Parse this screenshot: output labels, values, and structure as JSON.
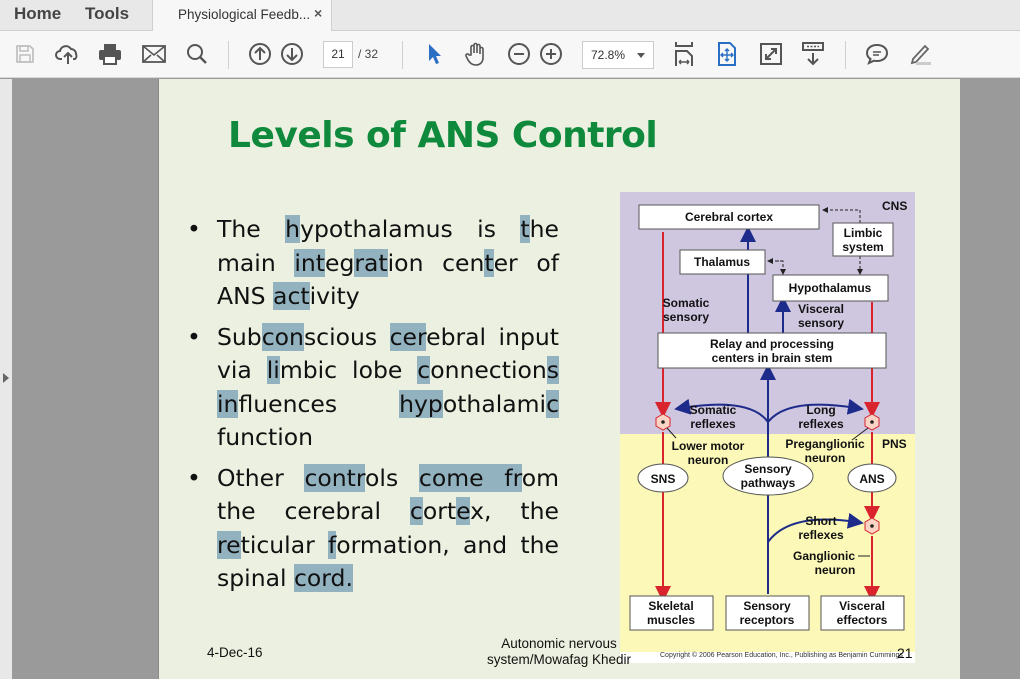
{
  "app": {
    "nav": {
      "home": "Home",
      "tools": "Tools"
    },
    "tab": {
      "title": "Physiological Feedb...",
      "close": "×"
    }
  },
  "toolbar": {
    "icons": [
      "save-icon",
      "upload-cloud-icon",
      "print-icon",
      "email-icon",
      "search-icon",
      "page-up-icon",
      "page-down-icon",
      "select-pointer-icon",
      "hand-tool-icon",
      "zoom-out-icon",
      "zoom-in-icon",
      "fit-width-icon",
      "fit-page-icon",
      "full-screen-icon",
      "read-mode-icon",
      "comment-icon",
      "highlight-pen-icon"
    ],
    "current_page": "21",
    "page_total": "/ 32",
    "zoom": "72.8%"
  },
  "colors": {
    "title_green": "#0f8a3c",
    "highlight": "#93b2bf",
    "slide_bg": "#ecf0e0",
    "cns_bg": "#cfc6e0",
    "pns_bg": "#fbf8b8",
    "motor_red": "#d9232d",
    "sensory_blue": "#1d2b8a",
    "active_blue": "#2a6fc4"
  },
  "slide": {
    "title": "Levels of ANS Control",
    "bullets": [
      {
        "parts": [
          {
            "t": "The ",
            "h": false
          },
          {
            "t": "h",
            "h": true
          },
          {
            "t": "ypothalamus is ",
            "h": false
          },
          {
            "t": "t",
            "h": true
          },
          {
            "t": "he main ",
            "h": false
          },
          {
            "t": "int",
            "h": true
          },
          {
            "t": "eg",
            "h": false
          },
          {
            "t": "rat",
            "h": true
          },
          {
            "t": "ion cen",
            "h": false
          },
          {
            "t": "t",
            "h": true
          },
          {
            "t": "er of ANS ",
            "h": false
          },
          {
            "t": "act",
            "h": true
          },
          {
            "t": "ivity",
            "h": false
          }
        ]
      },
      {
        "parts": [
          {
            "t": "Sub",
            "h": false
          },
          {
            "t": "con",
            "h": true
          },
          {
            "t": "scious ",
            "h": false
          },
          {
            "t": "cer",
            "h": true
          },
          {
            "t": "ebral input via ",
            "h": false
          },
          {
            "t": "li",
            "h": true
          },
          {
            "t": "mbic lobe ",
            "h": false
          },
          {
            "t": "c",
            "h": true
          },
          {
            "t": "onnection",
            "h": false
          },
          {
            "t": "s in",
            "h": true
          },
          {
            "t": "fluences ",
            "h": false
          },
          {
            "t": "hyp",
            "h": true
          },
          {
            "t": "othalami",
            "h": false
          },
          {
            "t": "c",
            "h": true
          },
          {
            "t": " function",
            "h": false
          }
        ]
      },
      {
        "parts": [
          {
            "t": "Other ",
            "h": false
          },
          {
            "t": "contr",
            "h": true
          },
          {
            "t": "ols ",
            "h": false
          },
          {
            "t": "come fr",
            "h": true
          },
          {
            "t": "om the cerebral ",
            "h": false
          },
          {
            "t": "c",
            "h": true
          },
          {
            "t": "ort",
            "h": false
          },
          {
            "t": "e",
            "h": true
          },
          {
            "t": "x, the ",
            "h": false
          },
          {
            "t": "re",
            "h": true
          },
          {
            "t": "ticular ",
            "h": false
          },
          {
            "t": "f",
            "h": true
          },
          {
            "t": "ormation, and the spinal ",
            "h": false
          },
          {
            "t": "cord.",
            "h": true
          }
        ]
      }
    ],
    "footer": {
      "date": "4-Dec-16",
      "center": "Autonomic nervous system/Mowafag Khedir",
      "page_number": "21"
    }
  },
  "figure": {
    "regions": {
      "cns": "CNS",
      "pns": "PNS"
    },
    "boxes": {
      "cerebral_cortex": "Cerebral cortex",
      "limbic": [
        "Limbic",
        "system"
      ],
      "thalamus": "Thalamus",
      "hypothalamus": "Hypothalamus",
      "relay": [
        "Relay and processing",
        "centers in brain stem"
      ],
      "skeletal": [
        "Skeletal",
        "muscles"
      ],
      "sensory_receptors": [
        "Sensory",
        "receptors"
      ],
      "visceral": [
        "Visceral",
        "effectors"
      ]
    },
    "labels": {
      "somatic_sensory": [
        "Somatic",
        "sensory"
      ],
      "visceral_sensory": [
        "Visceral",
        "sensory"
      ],
      "somatic_reflexes": [
        "Somatic",
        "reflexes"
      ],
      "long_reflexes": [
        "Long",
        "reflexes"
      ],
      "lower_motor": [
        "Lower motor",
        "neuron"
      ],
      "preganglionic": [
        "Preganglionic",
        "neuron"
      ],
      "short_reflexes": [
        "Short",
        "reflexes"
      ],
      "ganglionic": [
        "Ganglionic",
        "neuron"
      ]
    },
    "ovals": {
      "sns": "SNS",
      "sensory": [
        "Sensory",
        "pathways"
      ],
      "ans": "ANS"
    },
    "credit": "Copyright © 2006 Pearson Education, Inc., Publishing as Benjamin Cummings"
  }
}
